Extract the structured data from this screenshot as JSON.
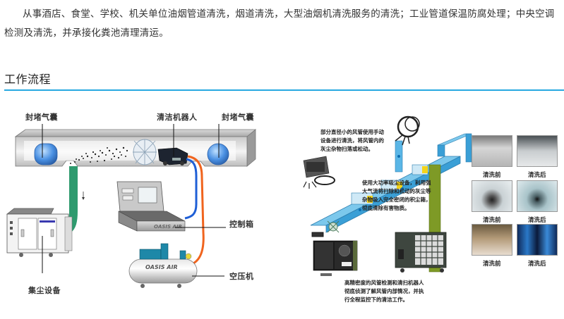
{
  "intro": {
    "text": "从事酒店、食堂、学校、机关单位油烟管道清洗，烟道清洗，大型油烟机清洗服务的清洗；工业管道保温防腐处理；中央空调检测及清洗，并承接化粪池清理清运。"
  },
  "section": {
    "title": "工作流程",
    "rule_color": "#27a9e1"
  },
  "left_diagram": {
    "labels": {
      "seal_airbag_left": "封堵气囊",
      "cleaning_robot": "清洁机器人",
      "seal_airbag_right": "封堵气囊",
      "control_box": "控制箱",
      "air_compressor": "空压机",
      "dust_collector": "集尘设备"
    },
    "brand_control_box": "OASIS AIR",
    "brand_compressor": "OASIS AIR",
    "hose_colors": {
      "dust_hose": "#2e9a6e",
      "blue_cable": "#1f5fd6",
      "orange_air": "#f0641e"
    }
  },
  "right_diagram": {
    "notes": {
      "manual_device": [
        "部分直径小的风管使用手动",
        "设备进行清洗，将风管内的",
        "灰尘杂物扫落或松动。"
      ],
      "suction_device": [
        "使用大功率吸尘设备，利用强",
        "大气流将扫除和松动的灰尘等",
        "杂物吸入完全密闭的积尘箱，",
        "彻底清除有害物质。"
      ],
      "robot": [
        "高精密度的风管检测和清扫机器人",
        "彻底侦测了解风管内部情况，并执",
        "行全程监控下的清洁工作。"
      ]
    },
    "photos": [
      {
        "caption": "清洗前",
        "kind": "square-duct-before"
      },
      {
        "caption": "清洗后",
        "kind": "square-duct-after"
      },
      {
        "caption": "清洗前",
        "kind": "round-duct-before"
      },
      {
        "caption": "清洗后",
        "kind": "round-duct-after"
      },
      {
        "caption": "清洗前",
        "kind": "large-duct-before"
      },
      {
        "caption": "清洗后",
        "kind": "large-duct-after"
      }
    ]
  }
}
